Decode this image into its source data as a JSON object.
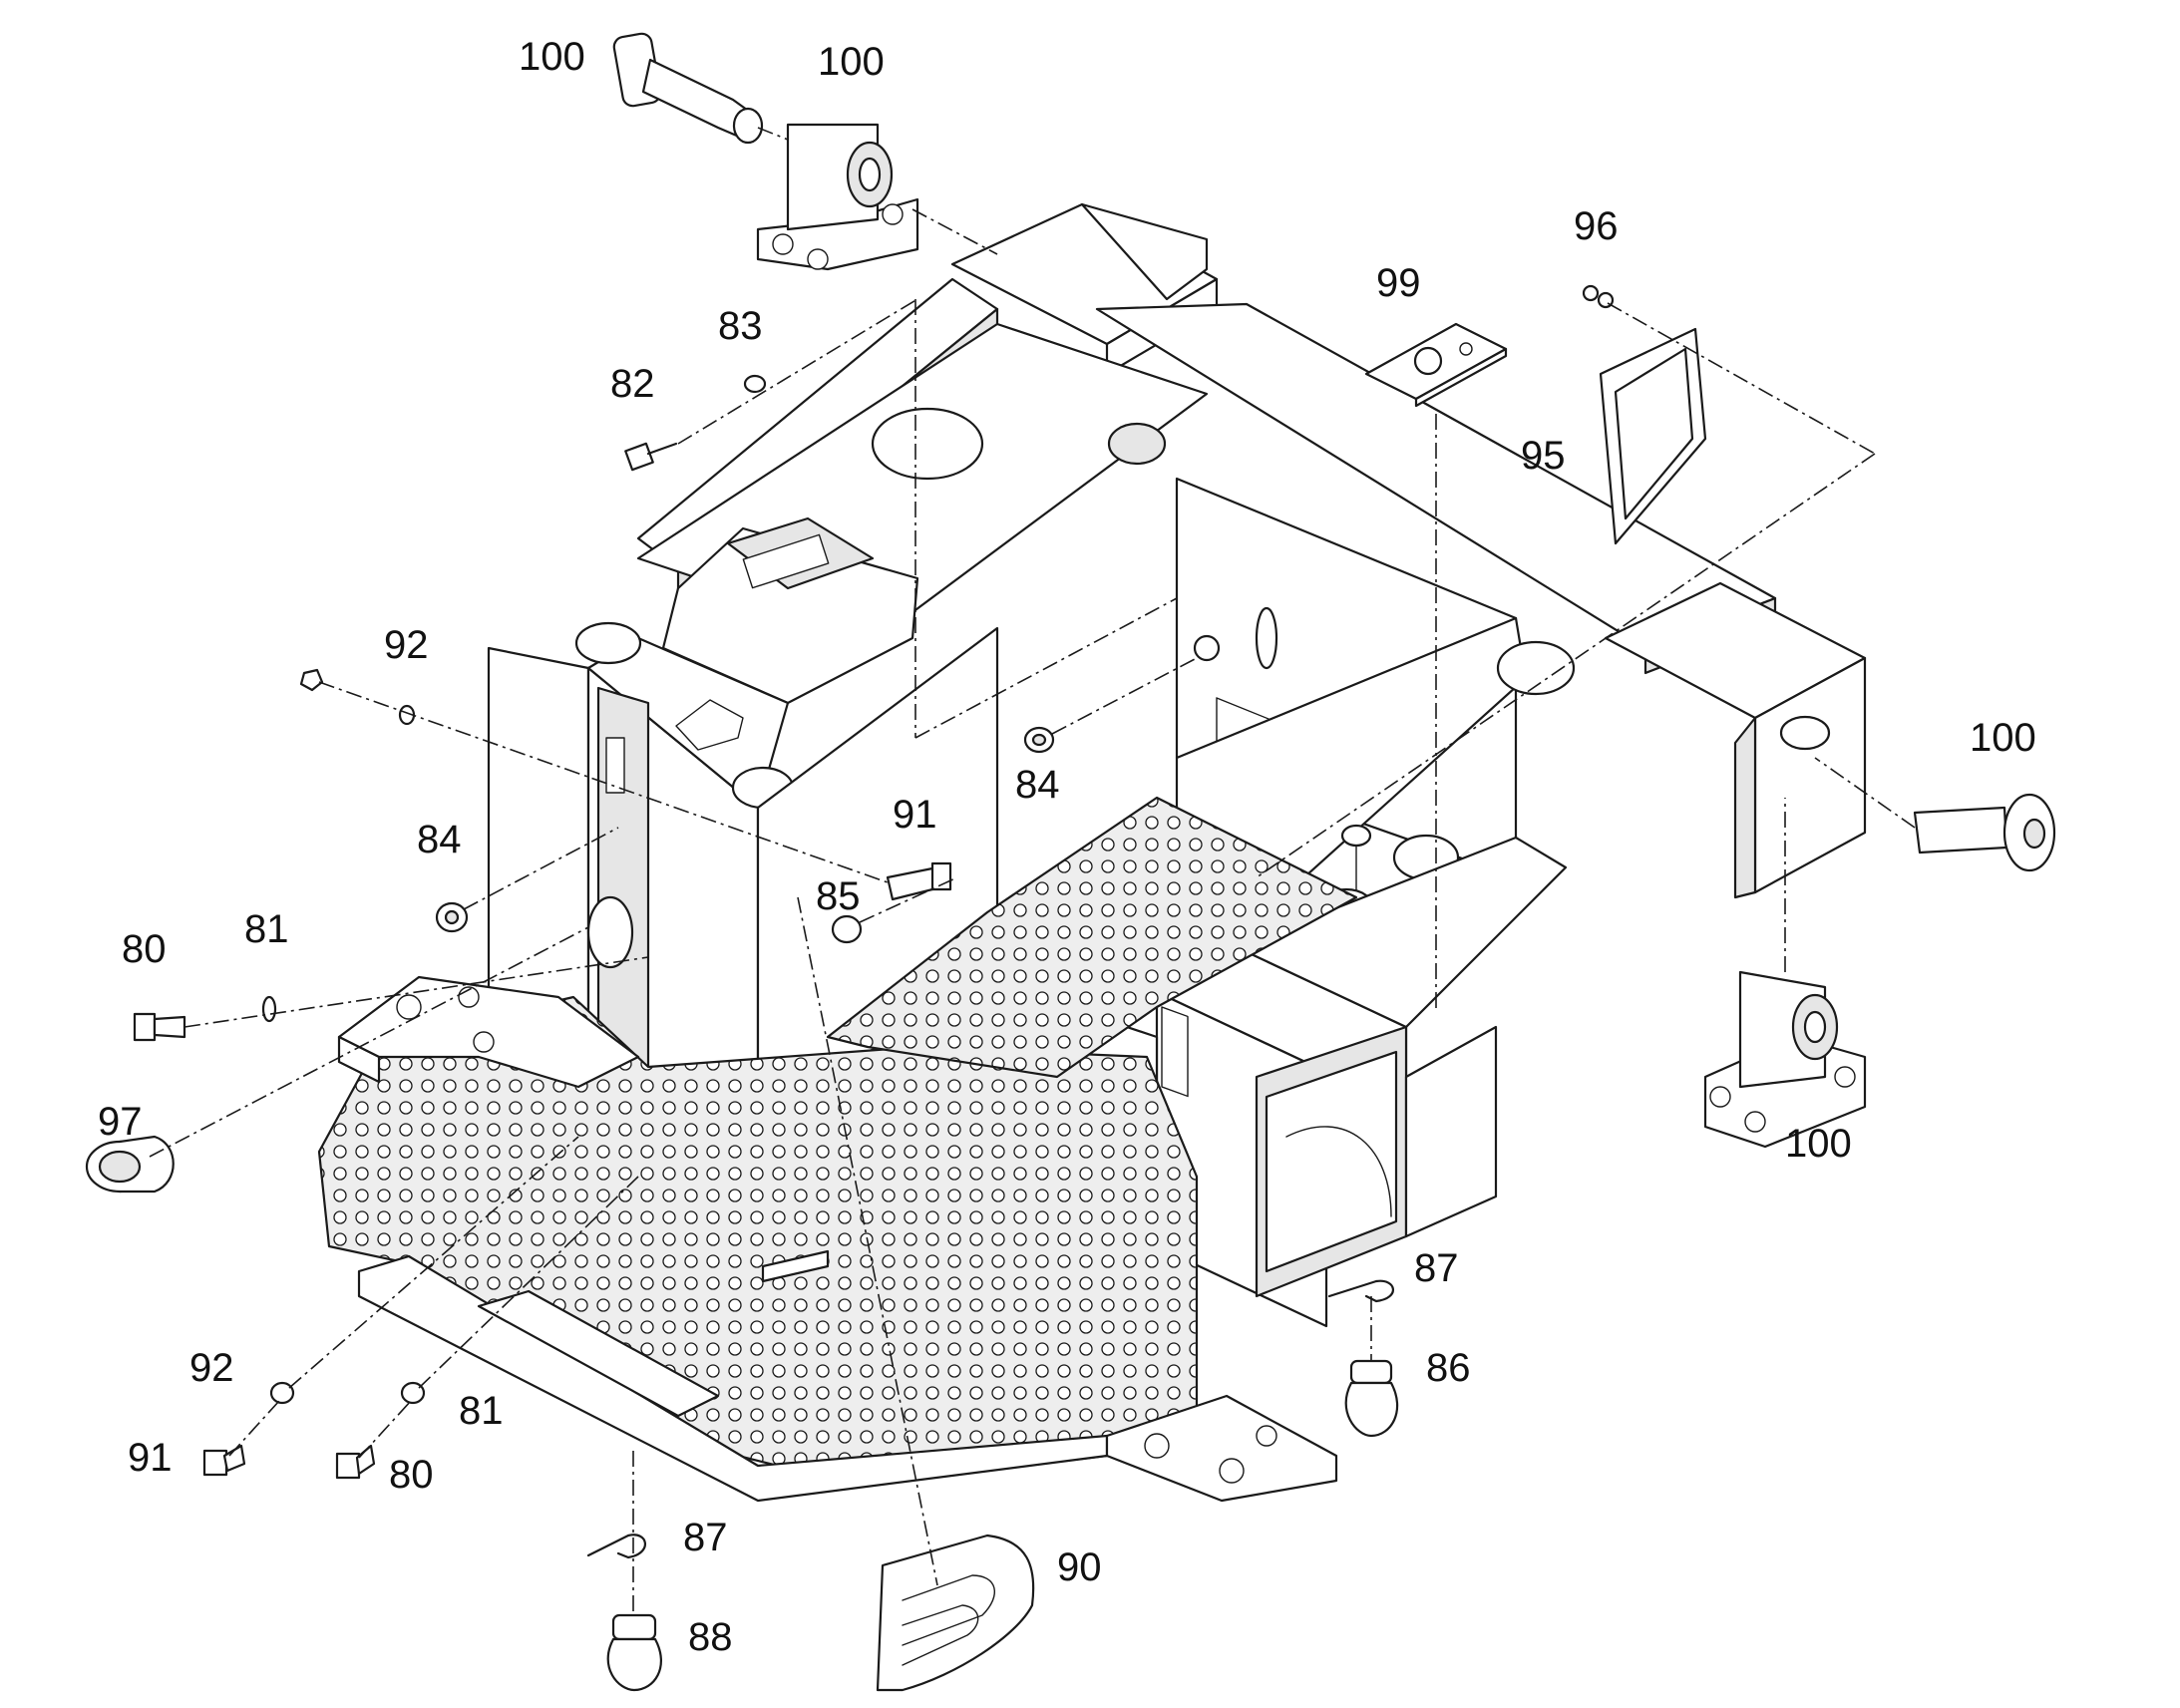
{
  "callouts": [
    {
      "id": "c1",
      "label": "100"
    },
    {
      "id": "c2",
      "label": "100"
    },
    {
      "id": "c3",
      "label": "96"
    },
    {
      "id": "c4",
      "label": "99"
    },
    {
      "id": "c5",
      "label": "83"
    },
    {
      "id": "c6",
      "label": "82"
    },
    {
      "id": "c7",
      "label": "95"
    },
    {
      "id": "c8",
      "label": "92"
    },
    {
      "id": "c9",
      "label": "100"
    },
    {
      "id": "c10",
      "label": "84"
    },
    {
      "id": "c11",
      "label": "91"
    },
    {
      "id": "c12",
      "label": "84"
    },
    {
      "id": "c13",
      "label": "85"
    },
    {
      "id": "c14",
      "label": "80"
    },
    {
      "id": "c15",
      "label": "81"
    },
    {
      "id": "c16",
      "label": "97"
    },
    {
      "id": "c17",
      "label": "100"
    },
    {
      "id": "c18",
      "label": "87"
    },
    {
      "id": "c19",
      "label": "86"
    },
    {
      "id": "c20",
      "label": "92"
    },
    {
      "id": "c21",
      "label": "81"
    },
    {
      "id": "c22",
      "label": "91"
    },
    {
      "id": "c23",
      "label": "80"
    },
    {
      "id": "c24",
      "label": "87"
    },
    {
      "id": "c25",
      "label": "90"
    },
    {
      "id": "c26",
      "label": "88"
    }
  ]
}
